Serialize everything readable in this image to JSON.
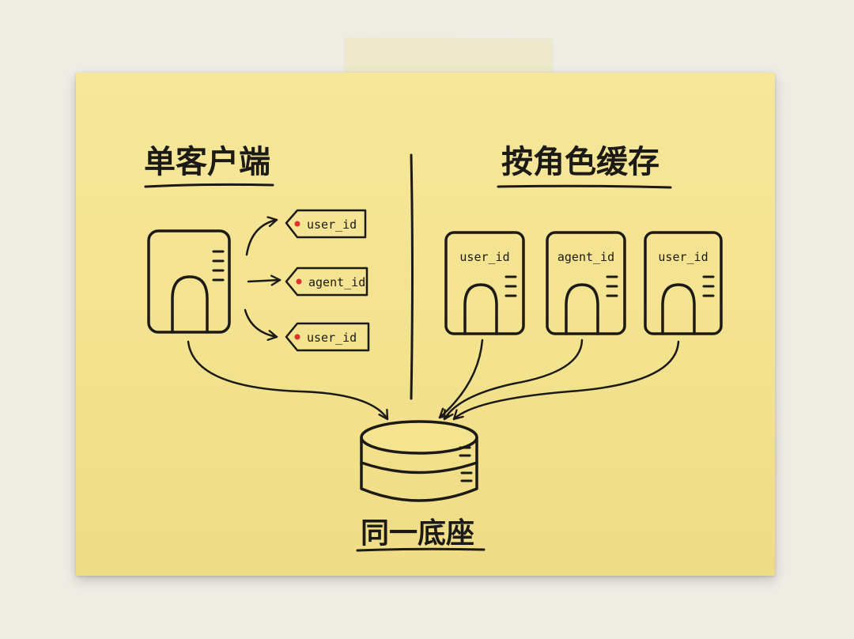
{
  "left_section": {
    "title": "单客户端",
    "tags": [
      "user_id",
      "agent_id",
      "user_id"
    ]
  },
  "right_section": {
    "title": "按角色缓存",
    "servers": [
      "user_id",
      "agent_id",
      "user_id"
    ]
  },
  "bottom": {
    "title": "同一底座"
  },
  "colors": {
    "paper": "#f4e38f",
    "ink": "#1c1a16",
    "tag_dot": "#d8322e",
    "background": "#efece4"
  },
  "icons": [
    "server-icon",
    "tag-icon",
    "database-icon",
    "arrow-icon"
  ]
}
